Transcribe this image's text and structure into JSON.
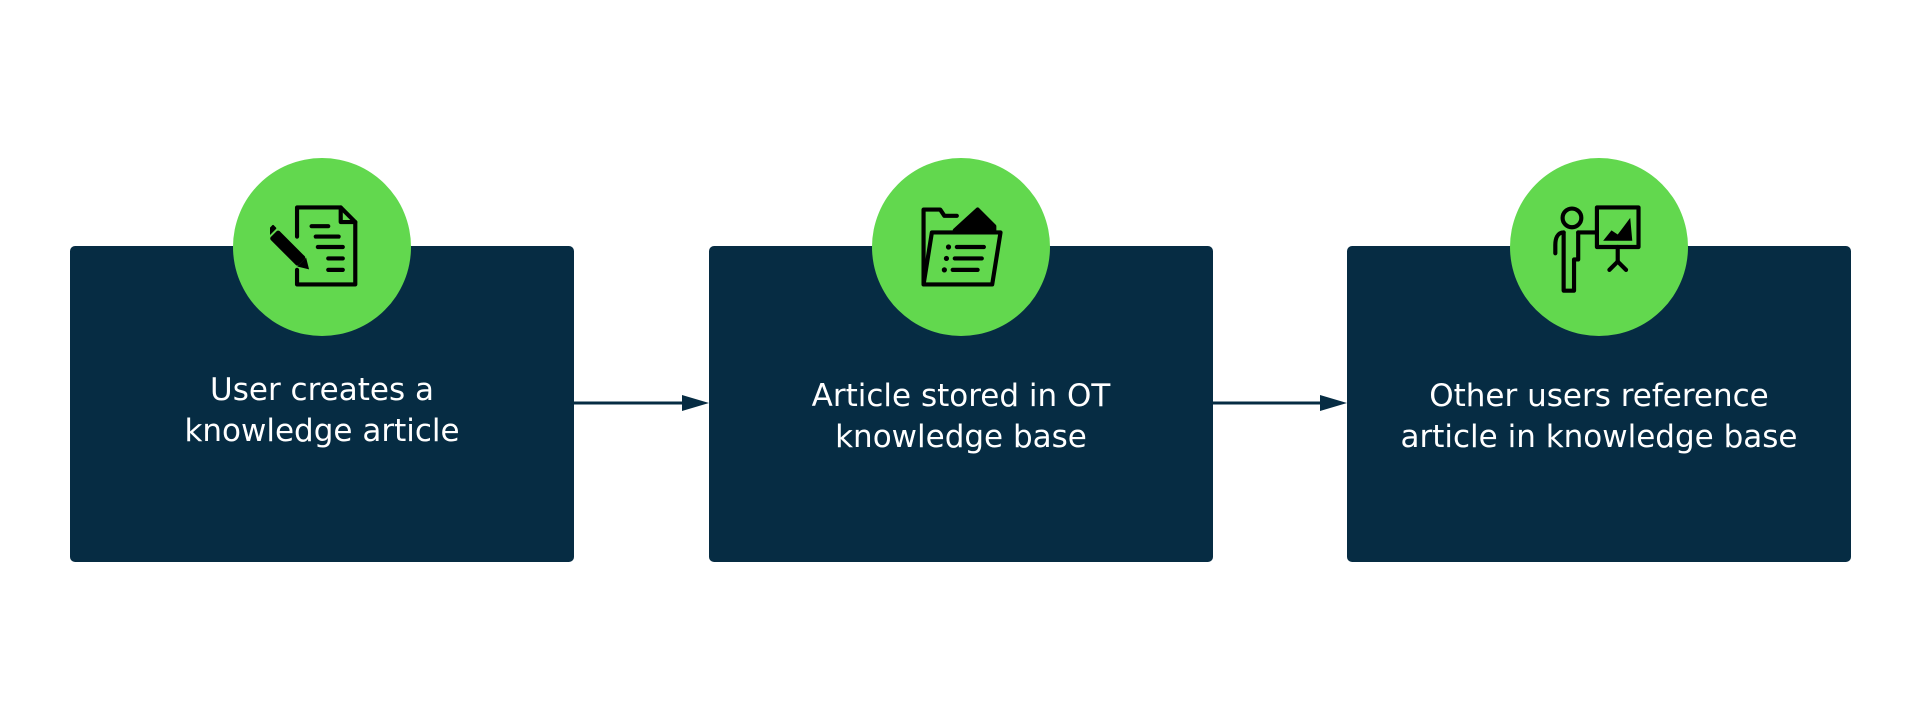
{
  "steps": [
    {
      "line1": "User creates a",
      "line2": "knowledge article",
      "icon": "document-edit-icon"
    },
    {
      "line1": "Article stored in OT",
      "line2": "knowledge base",
      "icon": "folder-list-icon"
    },
    {
      "line1": "Other users reference",
      "line2": "article in knowledge base",
      "icon": "presenter-board-icon"
    }
  ],
  "colors": {
    "card": "#062c43",
    "badge": "#62d84e",
    "arrow": "#062c43",
    "text": "#ffffff"
  }
}
